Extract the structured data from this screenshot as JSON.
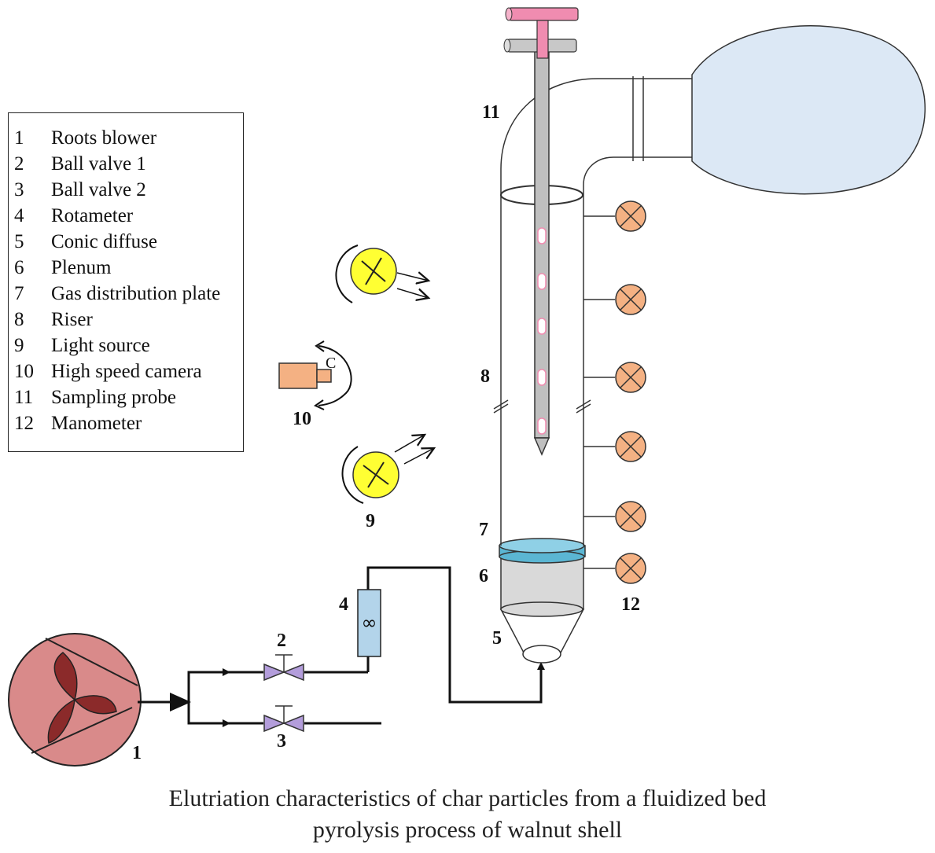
{
  "legend": {
    "items": [
      {
        "num": "1",
        "label": "Roots blower"
      },
      {
        "num": "2",
        "label": "Ball valve 1"
      },
      {
        "num": "3",
        "label": "Ball valve 2"
      },
      {
        "num": "4",
        "label": "Rotameter"
      },
      {
        "num": "5",
        "label": "Conic diffuse"
      },
      {
        "num": "6",
        "label": "Plenum"
      },
      {
        "num": "7",
        "label": "Gas distribution plate"
      },
      {
        "num": "8",
        "label": "Riser"
      },
      {
        "num": "9",
        "label": "Light source"
      },
      {
        "num": "10",
        "label": "High speed camera"
      },
      {
        "num": "11",
        "label": "Sampling probe"
      },
      {
        "num": "12",
        "label": "Manometer"
      }
    ]
  },
  "labels": {
    "n1": "1",
    "n2": "2",
    "n3": "3",
    "n4": "4",
    "n5": "5",
    "n6": "6",
    "n7": "7",
    "n8": "8",
    "n9": "9",
    "n10": "10",
    "n11": "11",
    "n12": "12",
    "camera_c": "C",
    "rotameter_symbol": "∞"
  },
  "caption": {
    "line1": "Elutriation characteristics of char particles from a fluidized bed",
    "line2": "pyrolysis process of walnut shell"
  },
  "colors": {
    "blower_fill": "#d98a8a",
    "blower_blade": "#8b2a2a",
    "valve": "#b39ddb",
    "rotameter": "#b3d4ea",
    "light": "#ffff33",
    "camera": "#f4b183",
    "manometer": "#f4b183",
    "plenum": "#d9d9d9",
    "plate": "#5bb6d3",
    "probe": "#bfbfbf",
    "probe_handle": "#f08cb0",
    "bag": "#dce8f5"
  }
}
